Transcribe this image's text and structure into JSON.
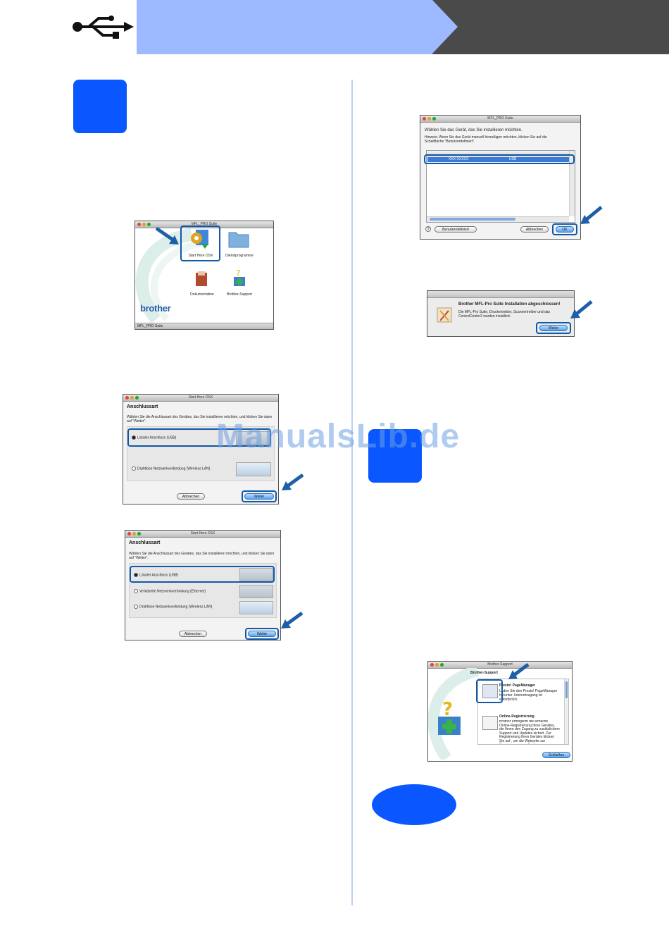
{
  "header": {
    "icon": "usb-icon"
  },
  "watermark": "ManualsLib.de",
  "colors": {
    "accent": "#0a57ff",
    "header_blue": "#9db9ff",
    "header_dark": "#4a4a4a",
    "highlight": "#1059a8"
  },
  "win_mfl": {
    "title": "MFL_PRO Suite",
    "items": [
      "Start Here OSX",
      "Dienstprogramme",
      "Dokumentation",
      "Brother-Support"
    ],
    "logo": "brother",
    "status": "MFL_PRO Suite"
  },
  "win_conn1": {
    "title": "Start Here OSX",
    "heading": "Anschlussart",
    "desc": "Wählen Sie die Anschlussart des Gerätes, das Sie installieren möchten, und klicken Sie dann auf \"Weiter\".",
    "options": [
      "Lokaler Anschluss (USB)",
      "Drahtlose Netzwerkverbindung (Wireless LAN)"
    ],
    "cancel": "Abbrechen",
    "next": "Weiter"
  },
  "win_conn2": {
    "title": "Start Here OSX",
    "heading": "Anschlussart",
    "desc": "Wählen Sie die Anschlussart des Gerätes, das Sie installieren möchten, und klicken Sie dann auf \"Weiter\".",
    "options": [
      "Lokaler Anschluss (USB)",
      "Verkabelte Netzwerkverbindung (Ethernet)",
      "Drahtlose Netzwerkverbindung (Wireless LAN)"
    ],
    "cancel": "Abbrechen",
    "next": "Weiter"
  },
  "win_select": {
    "title": "MFL_PRO Suite",
    "heading": "Wählen Sie das Gerät, das Sie installieren möchten.",
    "note": "Hinweis: Wenn Sie das Gerät manuell hinzufügen möchten, klicken Sie auf die Schaltfläche \"Benutzerdefiniert\".",
    "row_name": "XXX-XXXXX",
    "row_type": "USB",
    "custom": "Benutzerdefiniert",
    "cancel": "Abbrechen",
    "ok": "OK"
  },
  "win_done": {
    "heading": "Brother MFL-Pro Suite Installation abgeschlossen!",
    "text": "Die MFL-Pro Suite, Druckertreiber, Scannertreiber und das ControlCenter2 wurden installiert.",
    "next": "Weiter"
  },
  "win_support": {
    "title": "Brother-Support",
    "heading": "Brother-Support",
    "item1_title": "Presto! PageManager",
    "item1_text": "Laden Sie den Presto! PageManager herunter. Internetzugang ist erforderlich.",
    "item2_title": "Online-Registrierung",
    "item2_text": "Brother ermöglicht die einfache Online-Registrierung Ihres Gerätes, die Ihnen den Zugang zu zusätzlichem Support und Updates sichert. Zur Registrierung Ihres Gerätes klicken Sie auf , um die Webseite zur Registrierung von Brother",
    "close": "Schließen"
  }
}
